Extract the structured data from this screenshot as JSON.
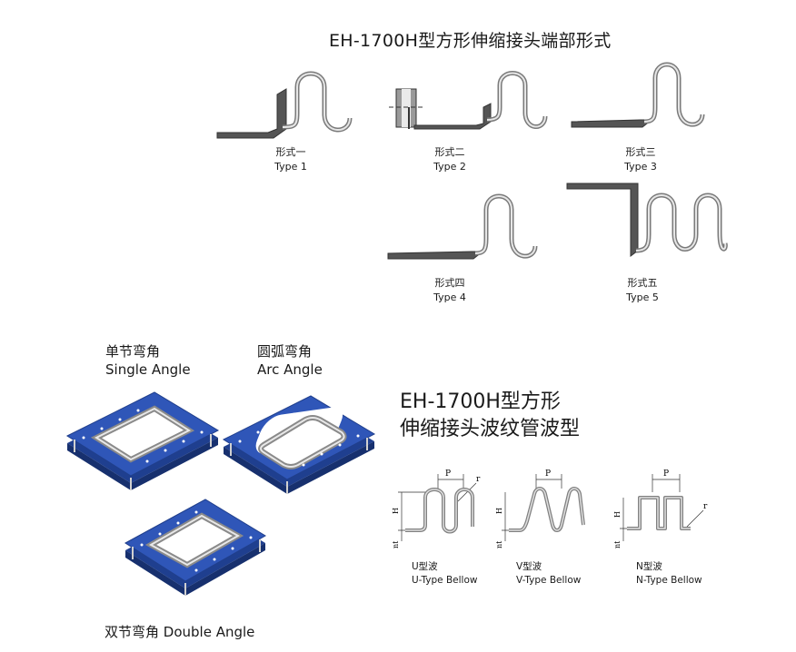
{
  "end_forms": {
    "title": "EH-1700H型方形伸缩接头端部形式",
    "types": [
      {
        "cn": "形式一",
        "en": "Type 1"
      },
      {
        "cn": "形式二",
        "en": "Type 2"
      },
      {
        "cn": "形式三",
        "en": "Type 3"
      },
      {
        "cn": "形式四",
        "en": "Type 4"
      },
      {
        "cn": "形式五",
        "en": "Type 5"
      }
    ]
  },
  "angles": {
    "single": {
      "cn": "单节弯角",
      "en": "Single Angle"
    },
    "arc": {
      "cn": "圆弧弯角",
      "en": "Arc Angle"
    },
    "double": {
      "label": "双节弯角 Double Angle"
    }
  },
  "bellows": {
    "title_line1": "EH-1700H型方形",
    "title_line2": "伸缩接头波纹管波型",
    "dim_labels": {
      "p": "P",
      "r": "r",
      "h": "H",
      "nt": "nt"
    },
    "types": [
      {
        "cn": "U型波",
        "en": "U-Type Bellow"
      },
      {
        "cn": "V型波",
        "en": "V-Type Bellow"
      },
      {
        "cn": "N型波",
        "en": "N-Type Bellow"
      }
    ]
  },
  "colors": {
    "frame_blue": "#2f56b8",
    "metal_dark": "#4a4a4a",
    "metal_light": "#c8c8c8"
  }
}
